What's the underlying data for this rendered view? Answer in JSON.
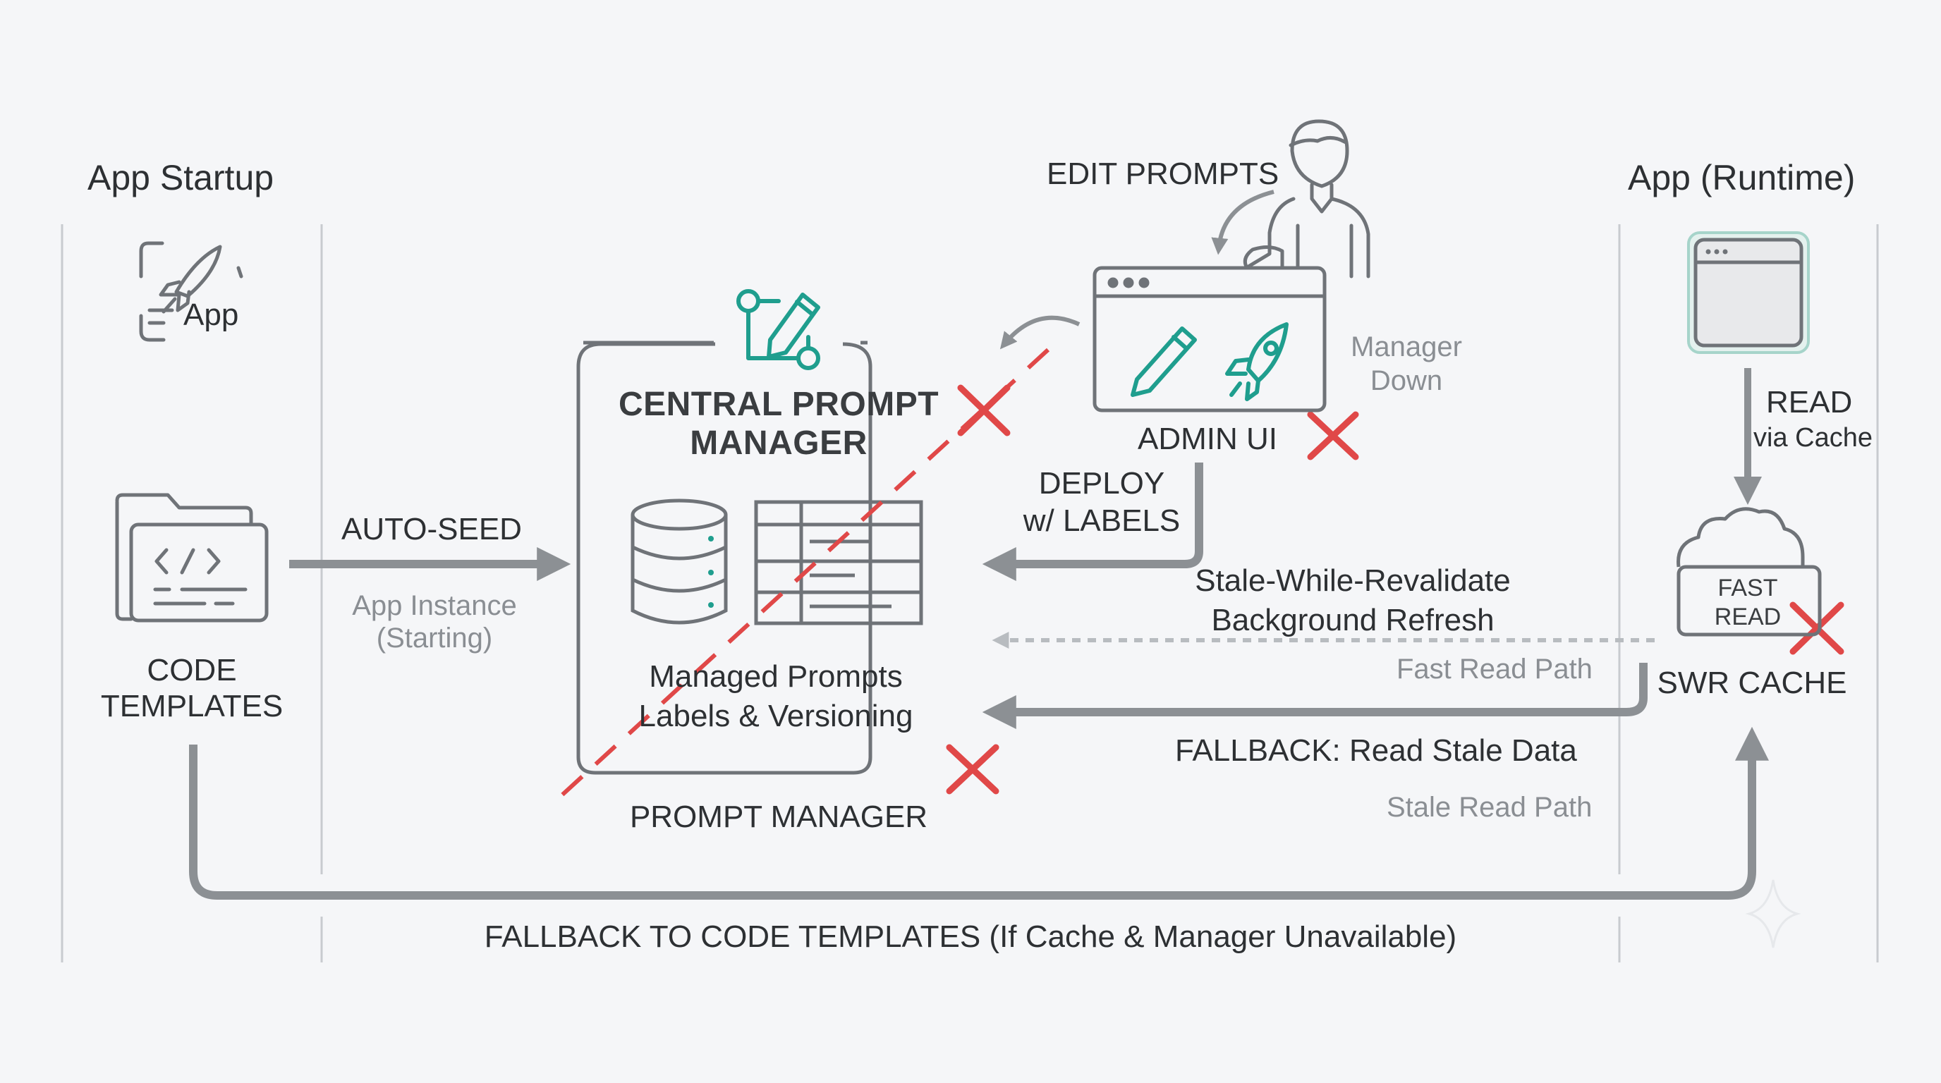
{
  "columns": {
    "startup_title": "App Startup",
    "runtime_title": "App (Runtime)"
  },
  "startup": {
    "app_label": "App",
    "code_templates": "CODE\nTEMPLATES"
  },
  "auto_seed": {
    "label": "AUTO-SEED",
    "sub": "App Instance\n(Starting)"
  },
  "manager": {
    "title": "CENTRAL PROMPT\nMANAGER",
    "content": "Managed Prompts\nLabels & Versioning",
    "caption": "PROMPT MANAGER"
  },
  "admin": {
    "edit_prompts": "EDIT PROMPTS",
    "label": "ADMIN UI",
    "status": "Manager\nDown",
    "deploy": "DEPLOY\nw/ LABELS"
  },
  "runtime": {
    "read": "READ",
    "read_sub": "via Cache",
    "cache_inner": "FAST\nREAD",
    "cache_label": "SWR CACHE"
  },
  "paths": {
    "swr": "Stale-While-Revalidate\nBackground Refresh",
    "fast_read": "Fast Read Path",
    "fallback_stale": "FALLBACK: Read Stale Data",
    "stale_read": "Stale Read Path",
    "fallback_code": "FALLBACK TO CODE TEMPLATES (If Cache & Manager Unavailable)"
  },
  "colors": {
    "accent_teal": "#1f9e8e",
    "failure_red": "#e04848",
    "arrow_gray": "#8c9094",
    "line_gray": "#6f7378"
  },
  "icons": [
    "rocket-icon",
    "folder-code-icon",
    "edit-node-icon",
    "database-icon",
    "table-icon",
    "pencil-icon",
    "rocket-admin-icon",
    "person-icon",
    "browser-window-icon",
    "cloud-icon",
    "x-mark-icon"
  ]
}
